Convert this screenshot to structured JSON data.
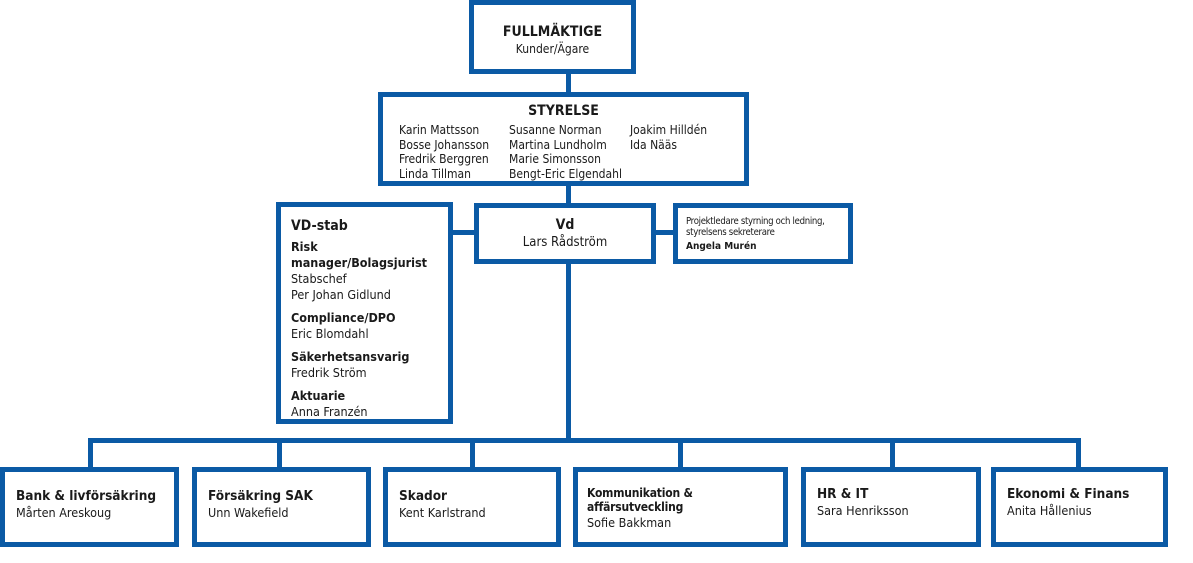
{
  "colors": {
    "accent": "#0b5aa5"
  },
  "fullmaktige": {
    "title": "FULLMÄKTIGE",
    "subtitle": "Kunder/Ägare"
  },
  "styrelse": {
    "title": "STYRELSE",
    "columns": [
      [
        "Karin Mattsson",
        "Bosse Johansson",
        "Fredrik Berggren",
        "Linda Tillman"
      ],
      [
        "Susanne Norman",
        "Martina Lundholm",
        "Marie Simonsson",
        "Bengt-Eric Elgendahl"
      ],
      [
        "Joakim Hilldén",
        "Ida Nääs"
      ]
    ]
  },
  "vd": {
    "title": "Vd",
    "name": "Lars Rådström"
  },
  "projekt": {
    "role": "Projektledare styrning och ledning, styrelsens sekreterare",
    "name": "Angela Murén"
  },
  "vdstab": {
    "title": "VD-stab",
    "roles": [
      {
        "role": "Risk manager/Bolagsjurist",
        "lines": [
          "Stabschef",
          "Per Johan Gidlund"
        ]
      },
      {
        "role": "Compliance/DPO",
        "lines": [
          "Eric Blomdahl"
        ]
      },
      {
        "role": "Säkerhetsansvarig",
        "lines": [
          "Fredrik Ström"
        ]
      },
      {
        "role": "Aktuarie",
        "lines": [
          "Anna Franzén"
        ]
      }
    ]
  },
  "departments": [
    {
      "title": "Bank & livförsäkring",
      "name": "Mårten Areskoug"
    },
    {
      "title": "Försäkring SAK",
      "name": "Unn Wakefield"
    },
    {
      "title": "Skador",
      "name": "Kent Karlstrand"
    },
    {
      "title": "Kommunikation & affärsutveckling",
      "name": "Sofie Bakkman"
    },
    {
      "title": "HR & IT",
      "name": "Sara Henriksson"
    },
    {
      "title": "Ekonomi & Finans",
      "name": "Anita Hållenius"
    }
  ]
}
